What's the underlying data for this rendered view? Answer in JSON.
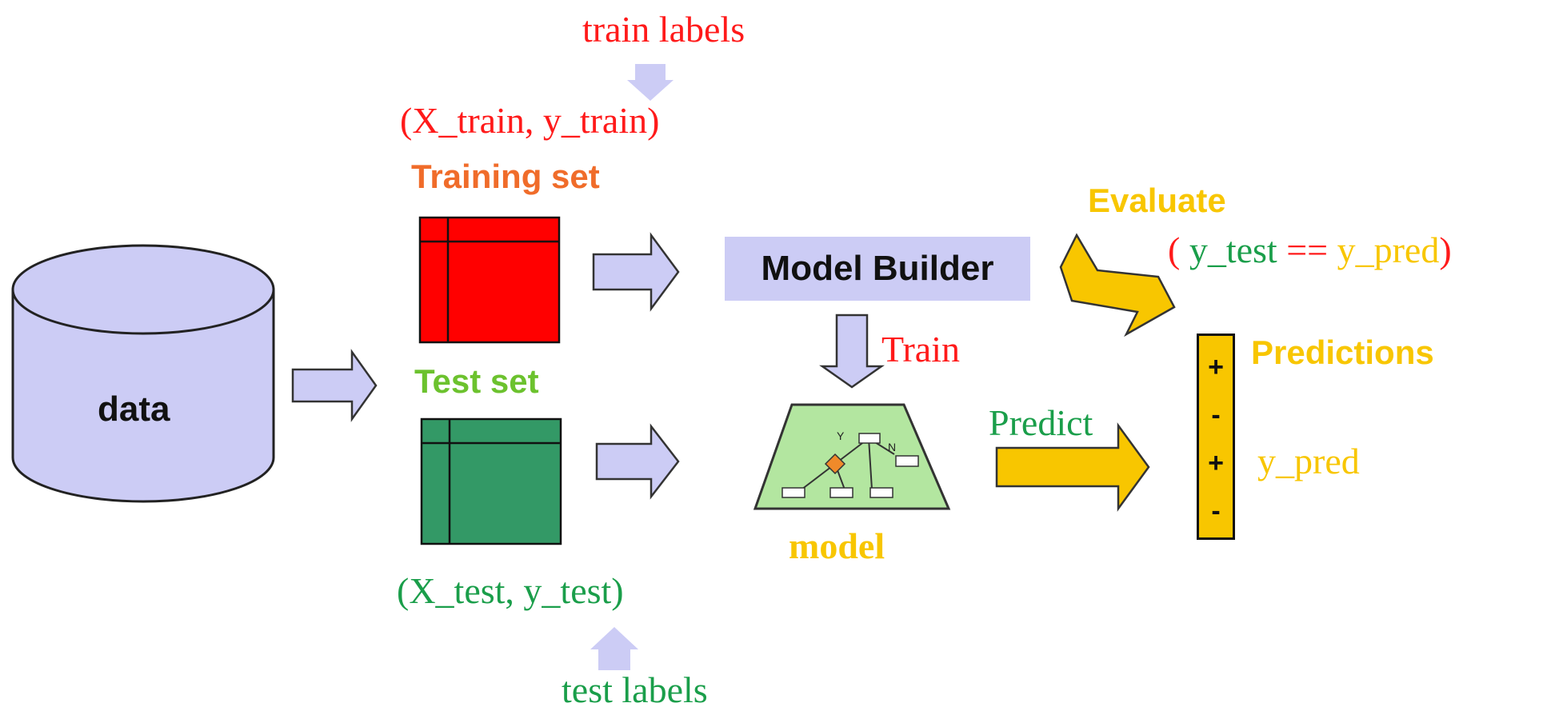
{
  "top": {
    "train_labels": "train labels",
    "train_tuple": "(X_train, y_train)"
  },
  "training_set": {
    "title": "Training set"
  },
  "test_set": {
    "title": "Test set",
    "tuple": "(X_test, y_test)",
    "test_labels": "test labels"
  },
  "data_node": {
    "label": "data"
  },
  "model_builder": {
    "label": "Model Builder",
    "train_label": "Train"
  },
  "model": {
    "label": "model",
    "predict_label": "Predict",
    "tree_y": "Y",
    "tree_n": "N"
  },
  "evaluate": {
    "label": "Evaluate",
    "expr_open": "( ",
    "expr_y_test": "y_test",
    "expr_eq": " == ",
    "expr_y_pred": "y_pred",
    "expr_close": ")"
  },
  "predictions": {
    "label": "Predictions",
    "signs": [
      "+",
      "-",
      "+",
      "-"
    ],
    "y_pred": "y_pred"
  },
  "colors": {
    "red": "#ff1a1a",
    "green": "#1a9e4a",
    "gold": "#f8c600",
    "orange": "#f06c2a",
    "lime": "#6cc22e",
    "arrow_fill": "#ccccf5",
    "train_table": "#ff0000",
    "test_table": "#339966",
    "model_fill": "#b3e6a0"
  }
}
